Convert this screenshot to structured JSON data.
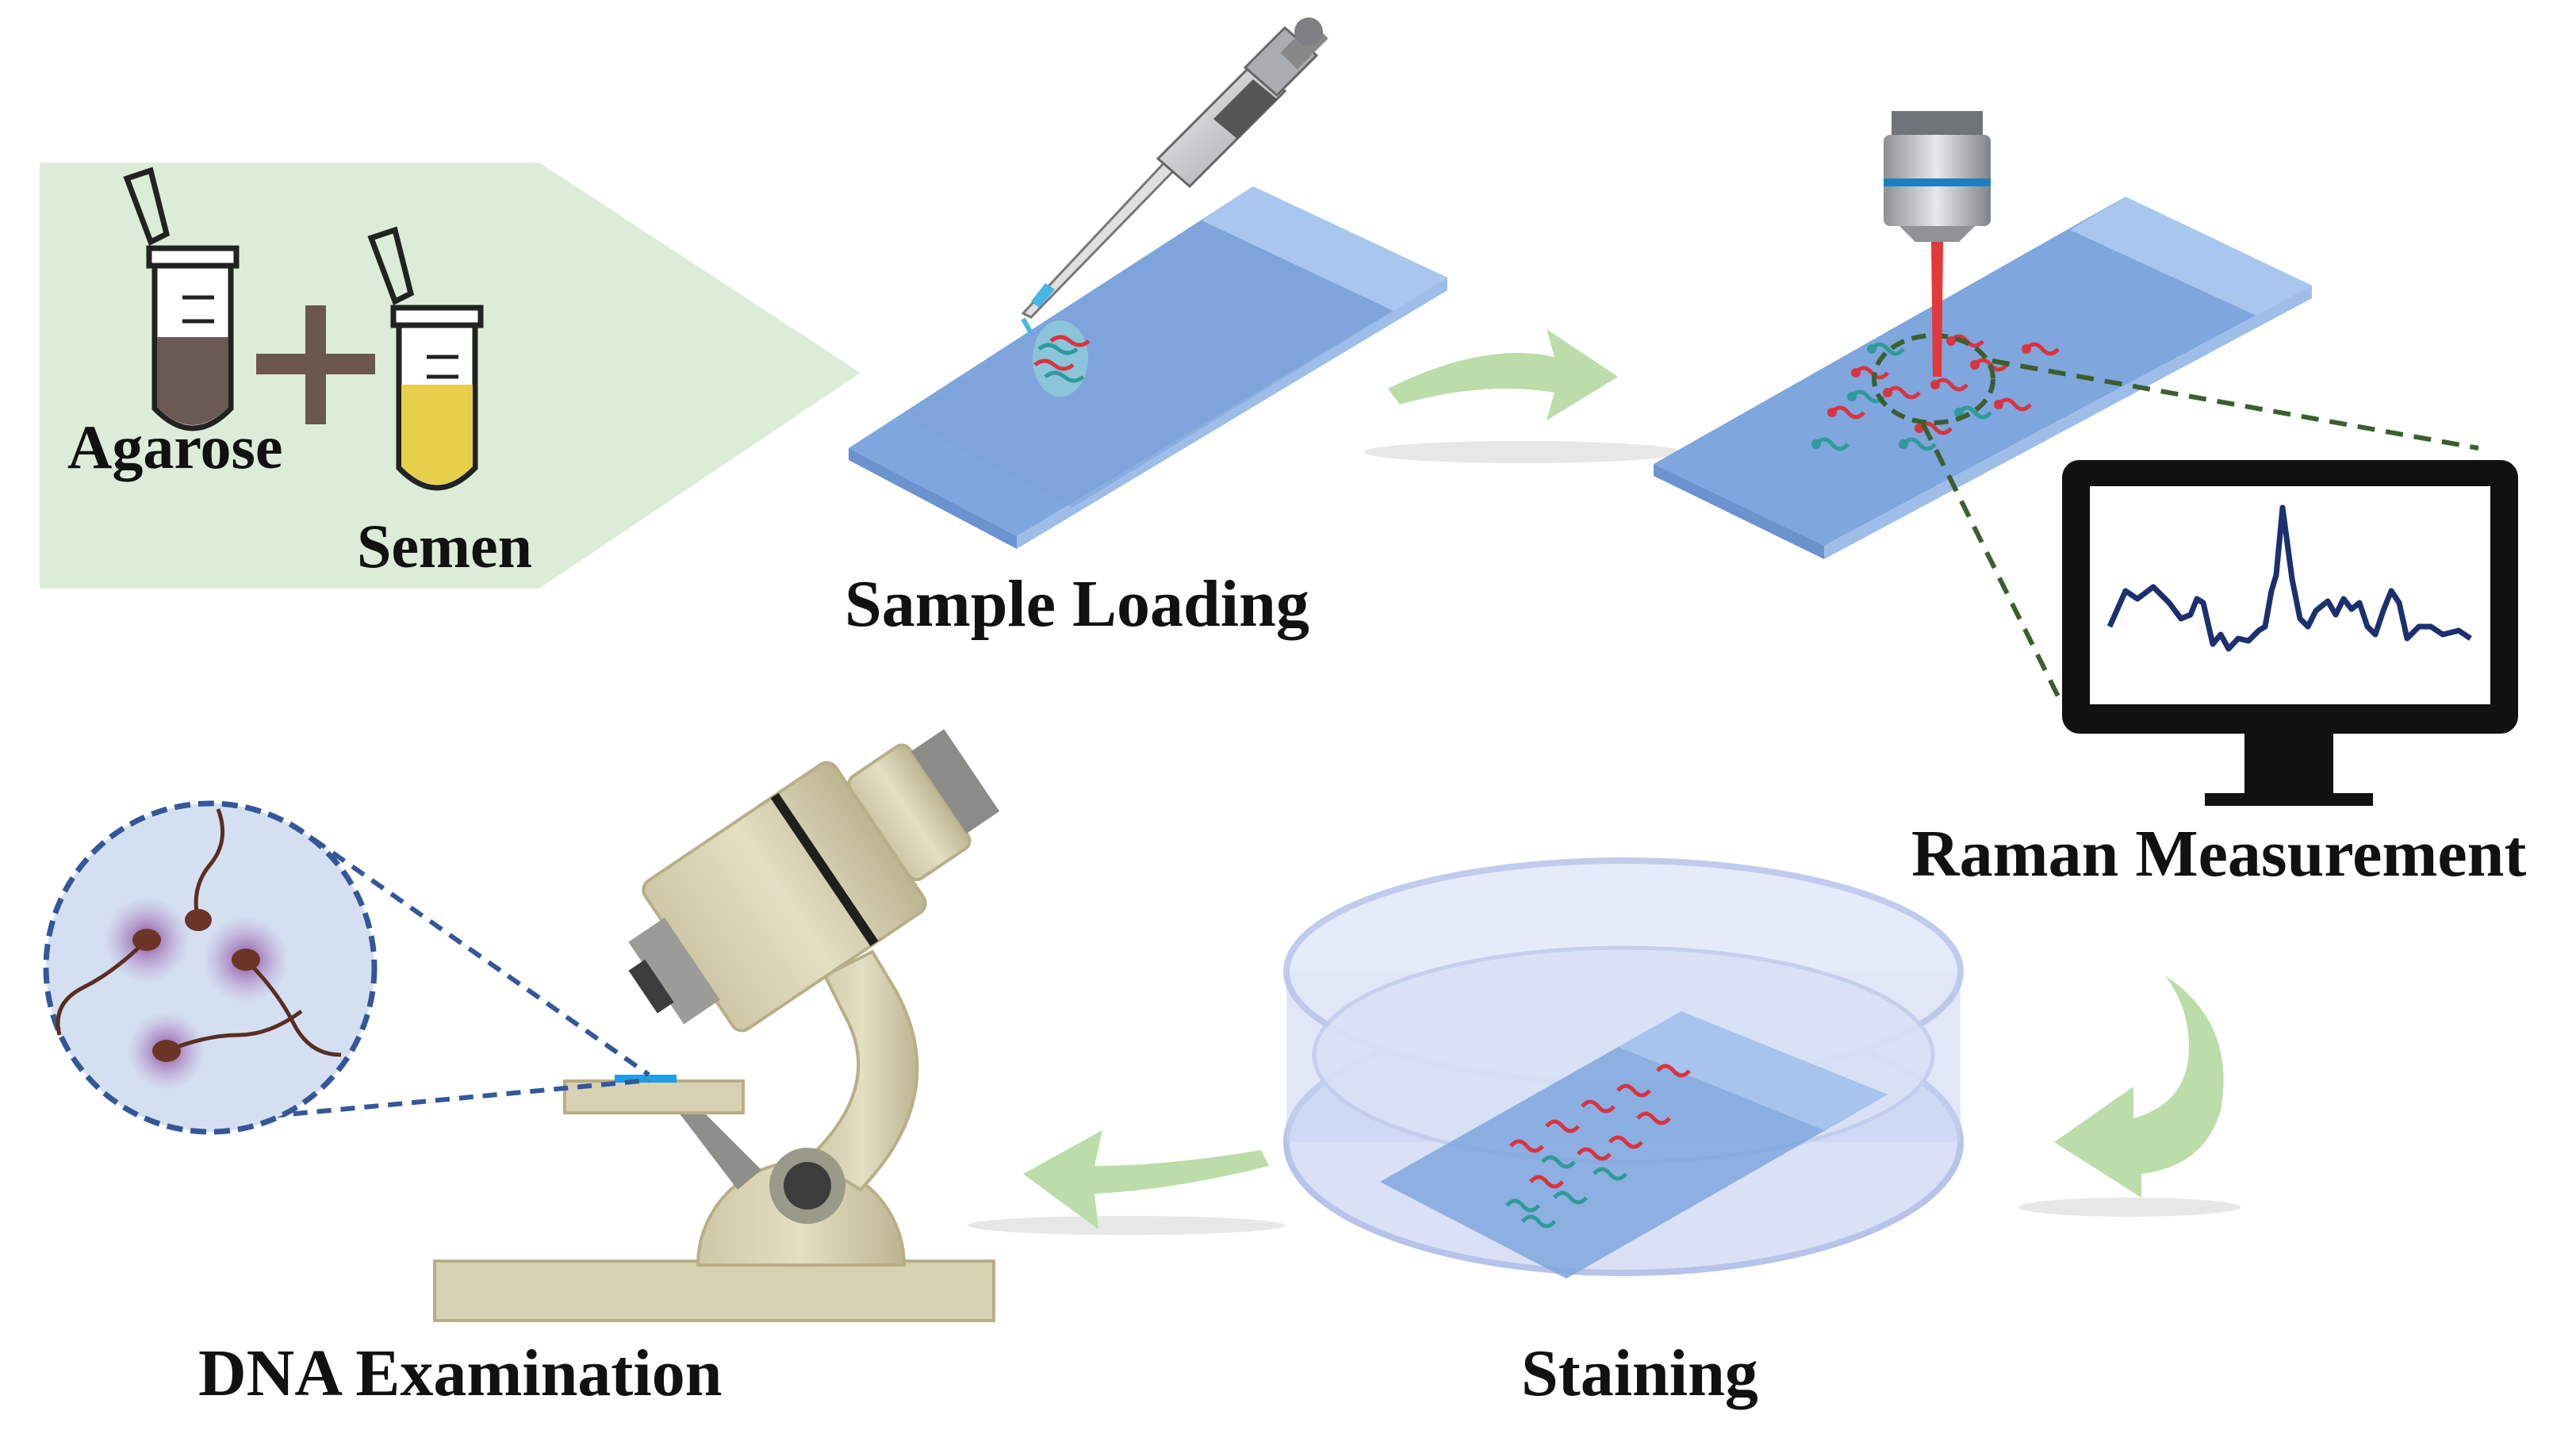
{
  "labels": {
    "agarose": "Agarose",
    "semen": "Semen",
    "sample_loading": "Sample Loading",
    "raman_measurement": "Raman Measurement",
    "staining": "Staining",
    "dna_examination": "DNA Examination"
  },
  "colors": {
    "input_panel": "#dcecd8",
    "slide_light": "#a9c6ee",
    "slide_dark": "#7fa6dd",
    "arrow_green": "#bcdcaa",
    "laser_red": "#e23a3a",
    "sperm_red": "#d8343f",
    "sperm_teal": "#2f9a9a",
    "monitor_frame": "#111111",
    "spectrum_line": "#1c2f6e",
    "zoom_dash": "#3b5f2e",
    "microscope_body": "#d8d1b3",
    "magnifier_dash": "#34569a",
    "agarose_fill": "#6b5a54",
    "semen_fill": "#e6cf4a"
  },
  "icons": [
    "agarose-tube-icon",
    "semen-tube-icon",
    "plus-icon",
    "pipette-icon",
    "objective-lens-icon",
    "monitor-icon",
    "petri-dish-icon",
    "microscope-icon",
    "magnifier-icon"
  ]
}
